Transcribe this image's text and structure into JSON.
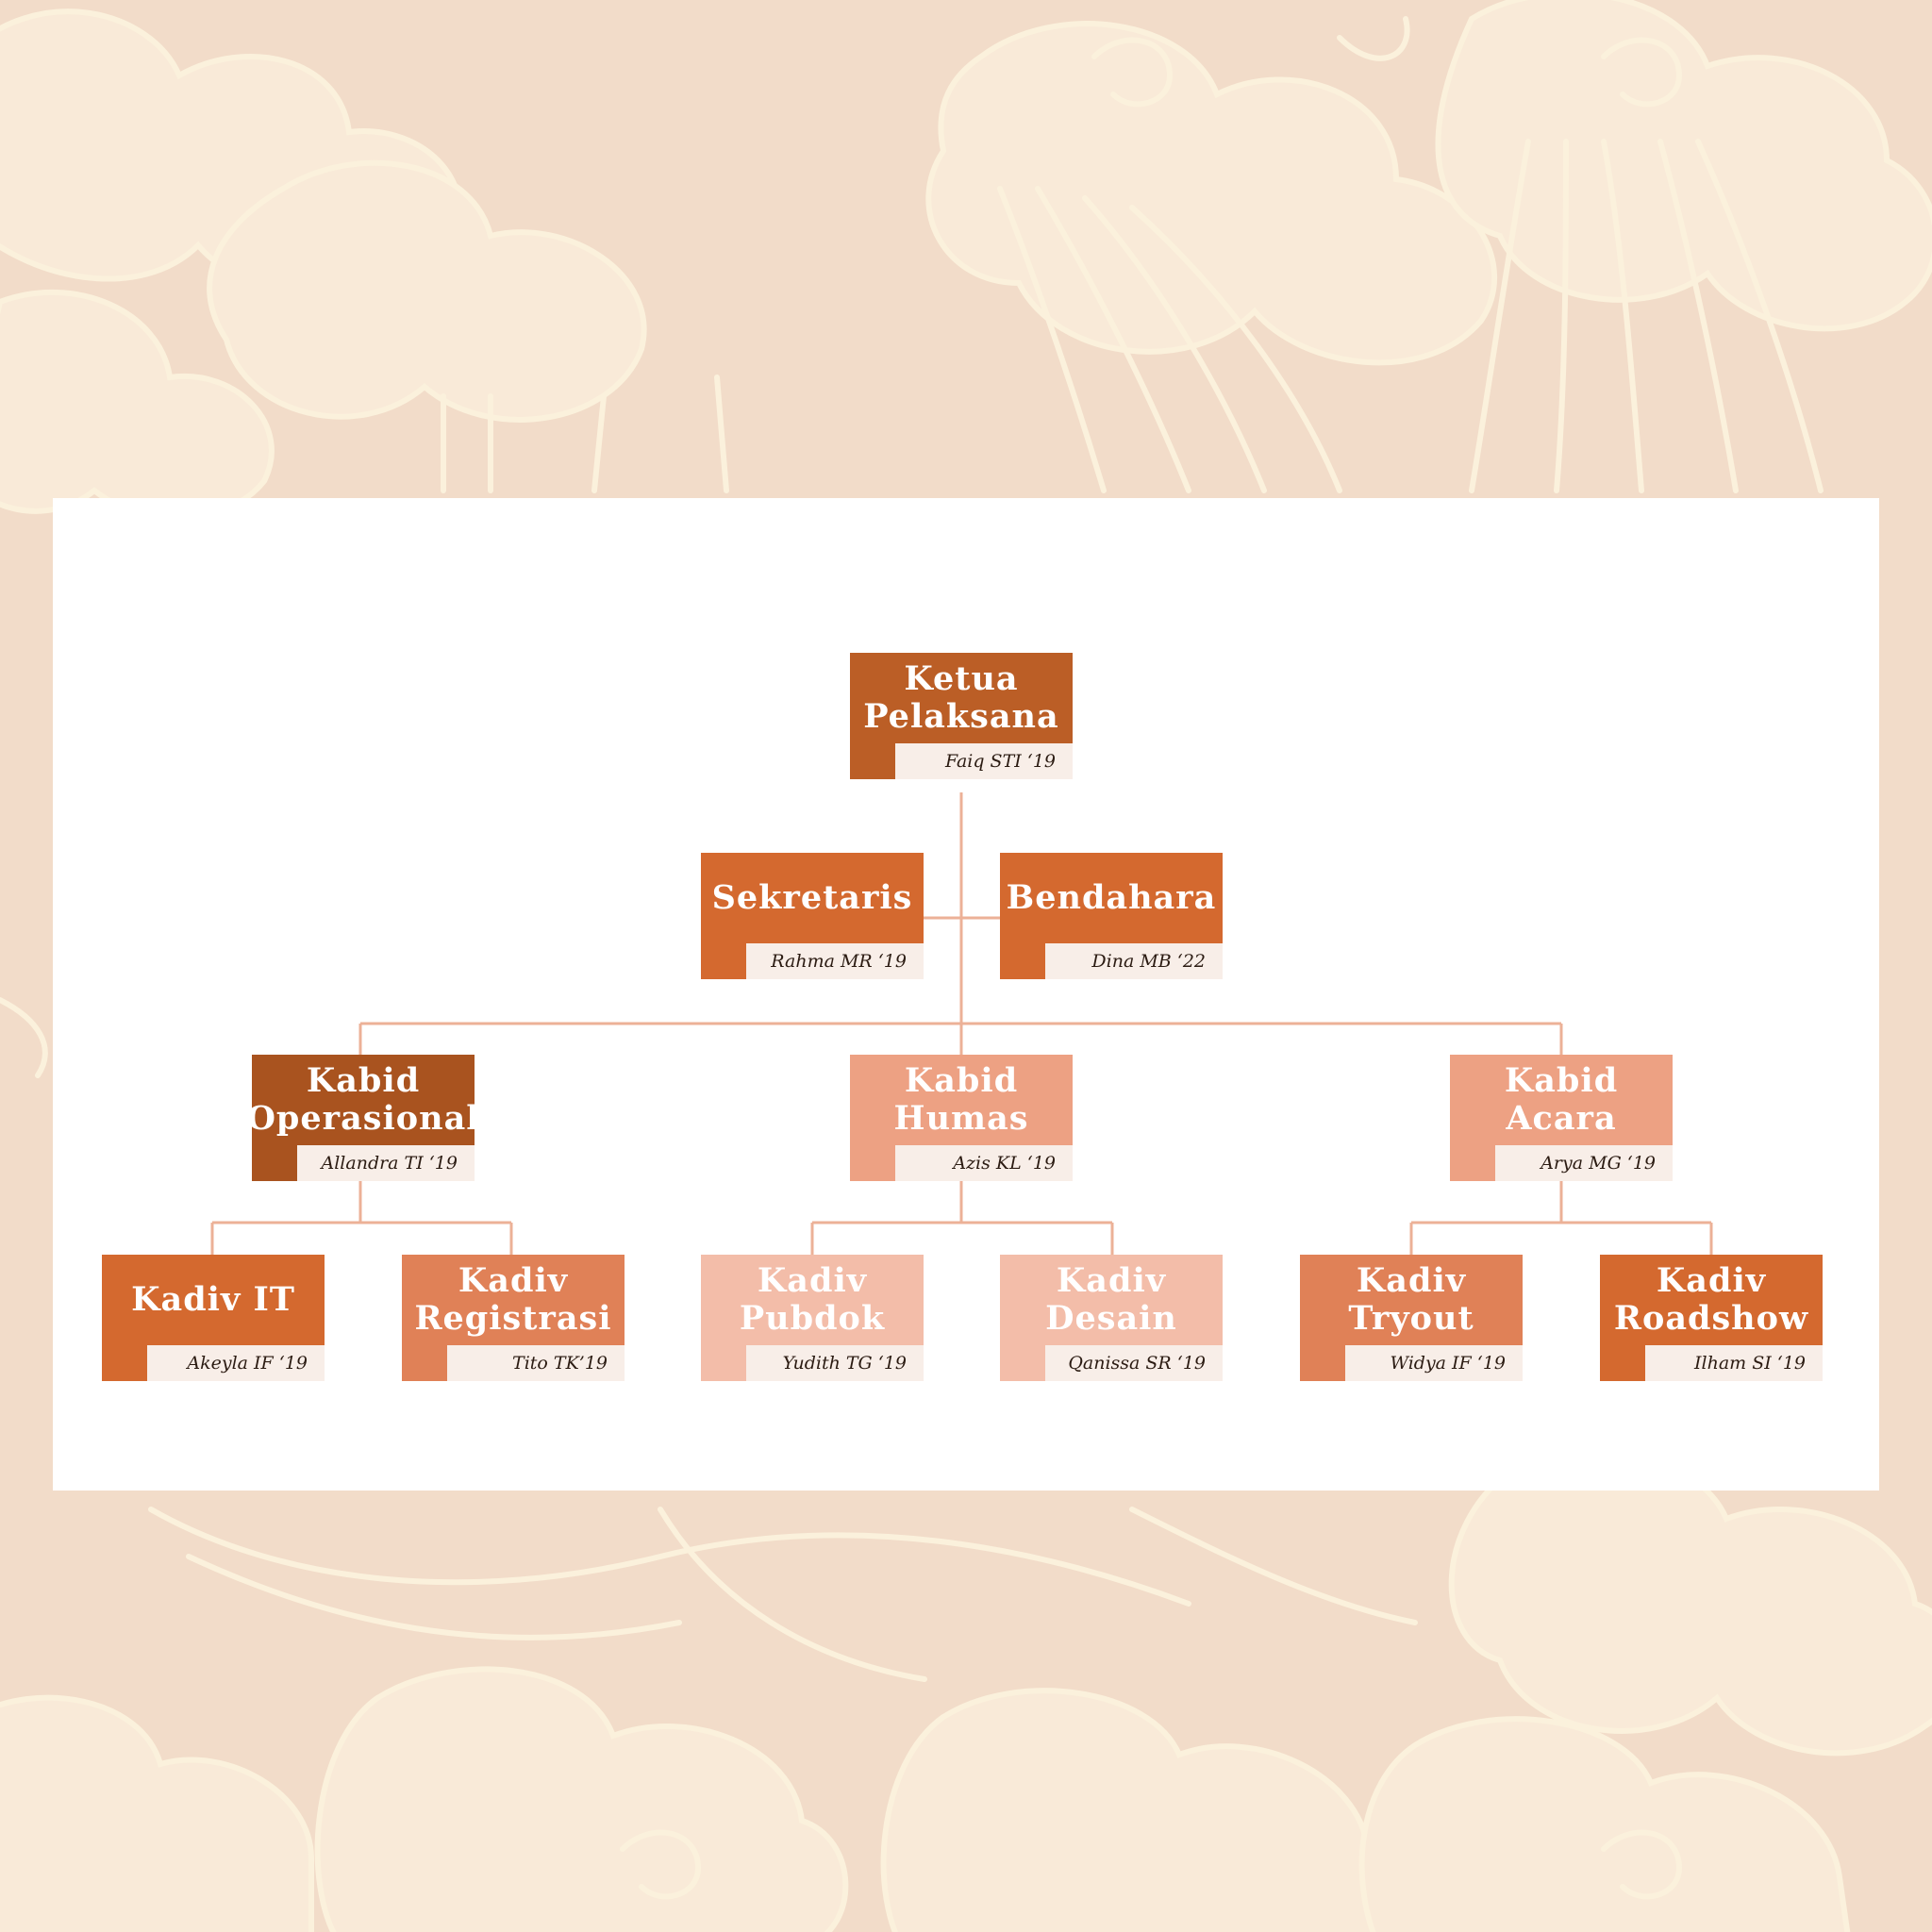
{
  "colors": {
    "background": "#f2dcc9",
    "pattern_stroke": "#fbefd9",
    "card": "#ffffff",
    "connector": "#ecb197"
  },
  "org_chart": {
    "nodes": [
      {
        "id": "ketua",
        "title": "Ketua\nPelaksana",
        "name": "Faiq STI ‘19",
        "color": "#bb5e26"
      },
      {
        "id": "sekretaris",
        "title": "Sekretaris",
        "name": "Rahma MR ‘19",
        "color": "#d4692f"
      },
      {
        "id": "bendahara",
        "title": "Bendahara",
        "name": "Dina MB ‘22",
        "color": "#d4692f"
      },
      {
        "id": "kabid-operasional",
        "title": "Kabid\nOperasional",
        "name": "Allandra TI ‘19",
        "color": "#a9531f"
      },
      {
        "id": "kabid-humas",
        "title": "Kabid\nHumas",
        "name": "Azis KL ‘19",
        "color": "#eda183"
      },
      {
        "id": "kabid-acara",
        "title": "Kabid Acara",
        "name": "Arya MG ‘19",
        "color": "#eda183"
      },
      {
        "id": "kadiv-it",
        "title": "Kadiv IT",
        "name": "Akeyla IF ‘19",
        "color": "#d4692f"
      },
      {
        "id": "kadiv-registrasi",
        "title": "Kadiv\nRegistrasi",
        "name": "Tito TK’19",
        "color": "#e08157"
      },
      {
        "id": "kadiv-pubdok",
        "title": "Kadiv\nPubdok",
        "name": "Yudith TG ‘19",
        "color": "#f3bda9"
      },
      {
        "id": "kadiv-desain",
        "title": "Kadiv\nDesain",
        "name": "Qanissa SR ‘19",
        "color": "#f3bda9"
      },
      {
        "id": "kadiv-tryout",
        "title": "Kadiv\nTryout",
        "name": "Widya IF ‘19",
        "color": "#e08157"
      },
      {
        "id": "kadiv-roadshow",
        "title": "Kadiv\nRoadshow",
        "name": "Ilham SI ‘19",
        "color": "#d4692f"
      }
    ]
  }
}
